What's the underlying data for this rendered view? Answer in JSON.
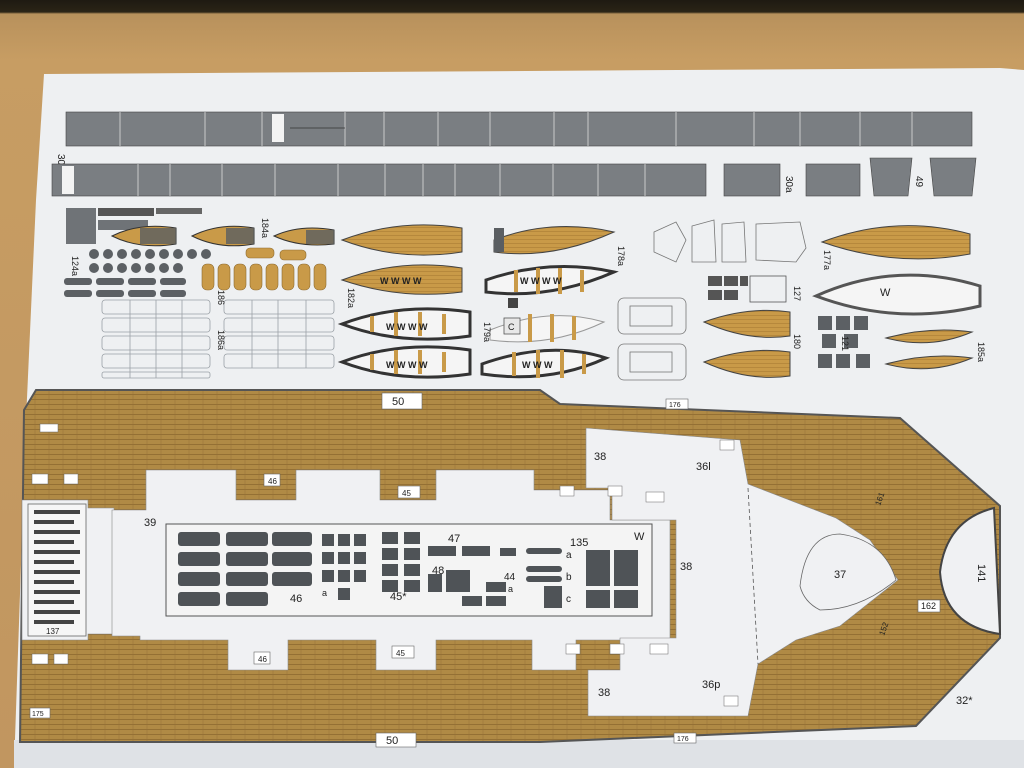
{
  "top_strip": {
    "label_a": "30",
    "label_b": "30a",
    "label_c": "49"
  },
  "upper_parts": {
    "boats_label_1": "184a",
    "boats_label_2": "124a",
    "boats_label_3": "186",
    "boats_label_4": "186a",
    "boats_label_5": "182a",
    "boats_label_6": "178a",
    "boats_label_7": "179a",
    "boats_label_8": "127",
    "boats_label_9": "177a",
    "boats_label_10": "180",
    "boats_label_11": "121",
    "boats_label_12": "185a",
    "boat_w_1": "W",
    "boat_w_2": "W W W W",
    "boat_w_3": "W W W",
    "boat_c": "C"
  },
  "deck": {
    "part_50_top": "50",
    "part_50_bottom": "50",
    "part_176_top": "176",
    "part_176_bottom": "176",
    "part_38_a": "38",
    "part_38_b": "38",
    "part_38_c": "38",
    "part_39": "39",
    "part_36l": "36l",
    "part_36p": "36p",
    "part_37": "37",
    "part_141": "141",
    "part_162": "162",
    "part_32": "32*",
    "part_46": "46",
    "part_45": "45",
    "part_45_star": "45*",
    "part_46_a": "46",
    "part_47": "47",
    "part_48": "48",
    "part_44": "44",
    "part_135": "135",
    "part_w": "W",
    "part_a": "a",
    "part_b": "b",
    "part_c": "c",
    "part_137": "137",
    "part_175": "175",
    "part_161": "161",
    "part_152": "152"
  }
}
